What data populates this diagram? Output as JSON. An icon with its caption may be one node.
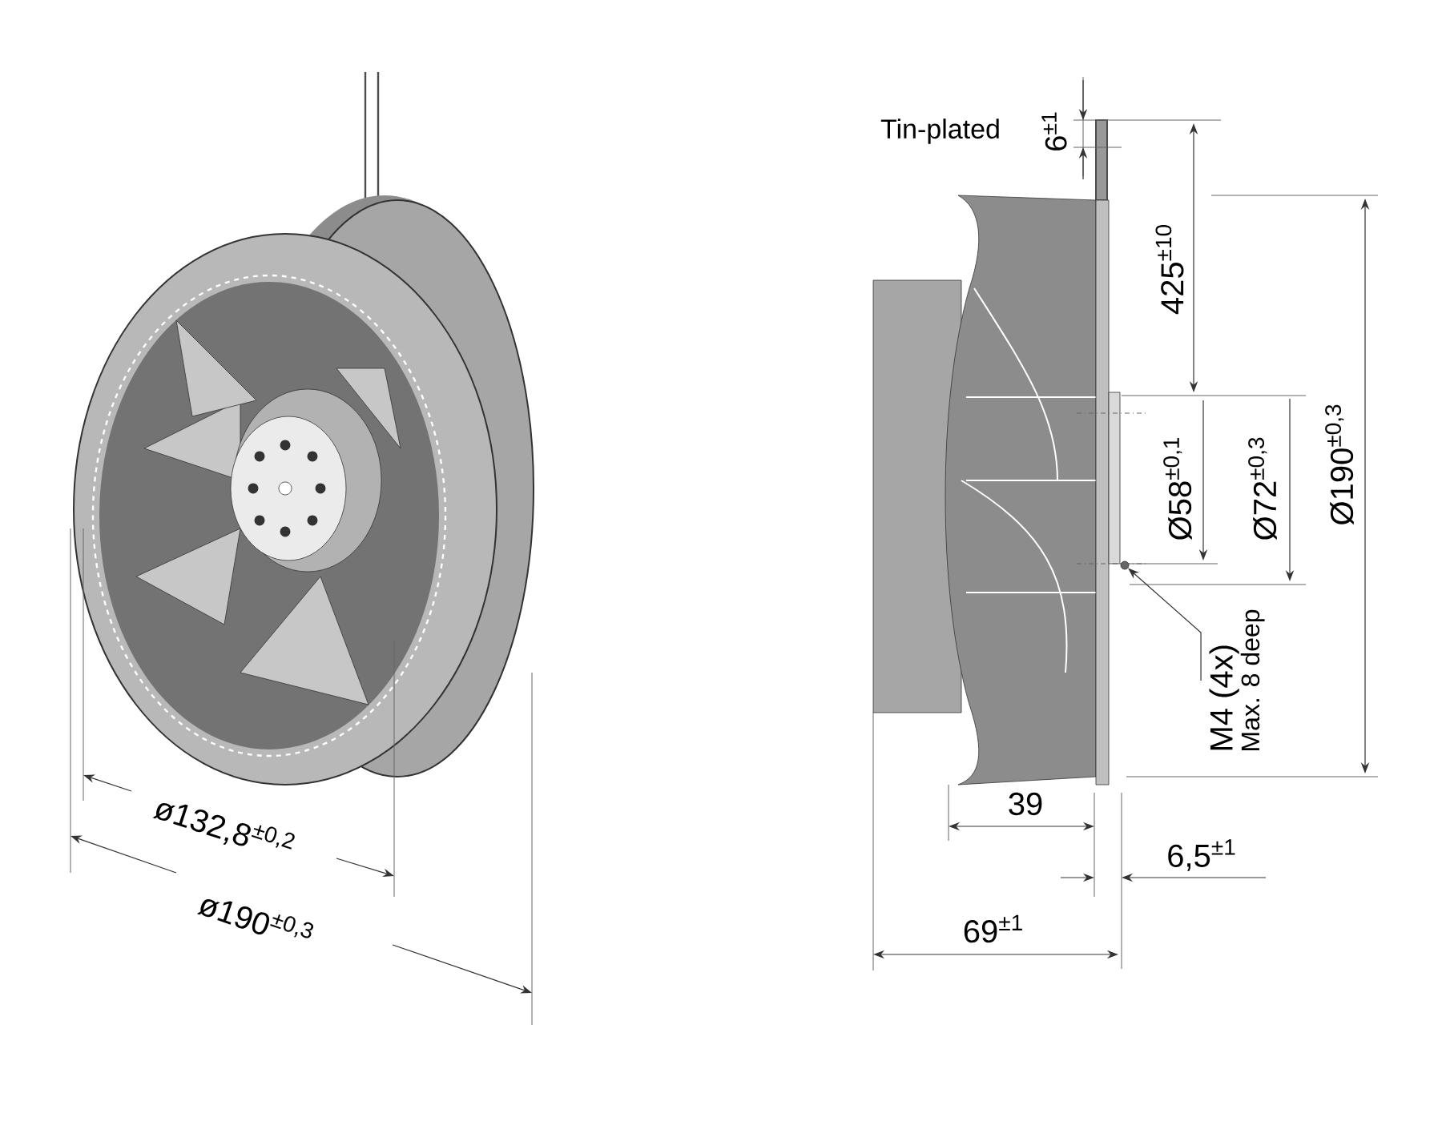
{
  "diagram": {
    "nodes": [
      {
        "text": [
          "M4 (4x)",
          "Max. 8 deep"
        ]
      },
      {
        "text": [],
        "shape": "circle"
      }
    ],
    "edges": [
      {
        "from": 0,
        "to": 1,
        "arrow": "to"
      }
    ],
    "labels": [
      "Tin-plated",
      "6$^{±1}$",
      "425$^{±10}$",
      "Ø58$^{±0,1}$",
      "Ø72$^{±0,3}$",
      "Ø190$^{±0,3}$",
      "39",
      "6,5$^{±1}$",
      "69$^{±1}$",
      "ø132,8$^{±0,2}$",
      "ø190$^{±0,3}$"
    ]
  }
}
